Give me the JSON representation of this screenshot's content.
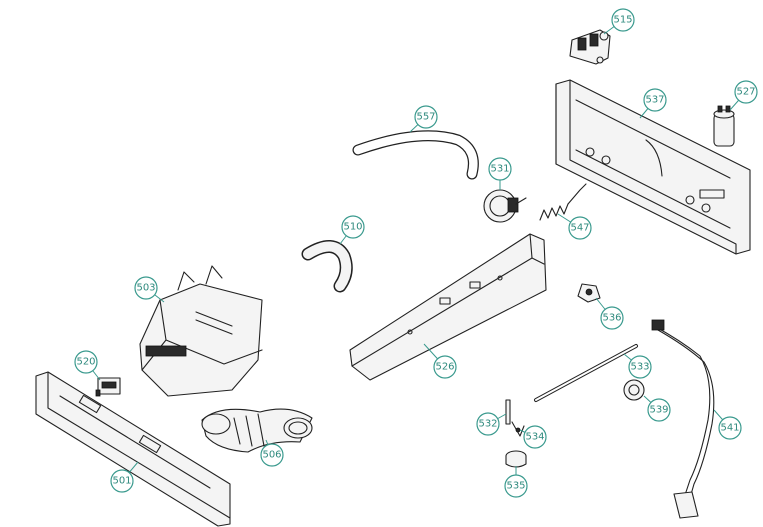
{
  "accent_color": "#3a9a8e",
  "callouts": [
    {
      "label": "515"
    },
    {
      "label": "537"
    },
    {
      "label": "527"
    },
    {
      "label": "557"
    },
    {
      "label": "531"
    },
    {
      "label": "547"
    },
    {
      "label": "510"
    },
    {
      "label": "503"
    },
    {
      "label": "526"
    },
    {
      "label": "536"
    },
    {
      "label": "520"
    },
    {
      "label": "533"
    },
    {
      "label": "541"
    },
    {
      "label": "539"
    },
    {
      "label": "532"
    },
    {
      "label": "534"
    },
    {
      "label": "506"
    },
    {
      "label": "501"
    },
    {
      "label": "535"
    }
  ]
}
